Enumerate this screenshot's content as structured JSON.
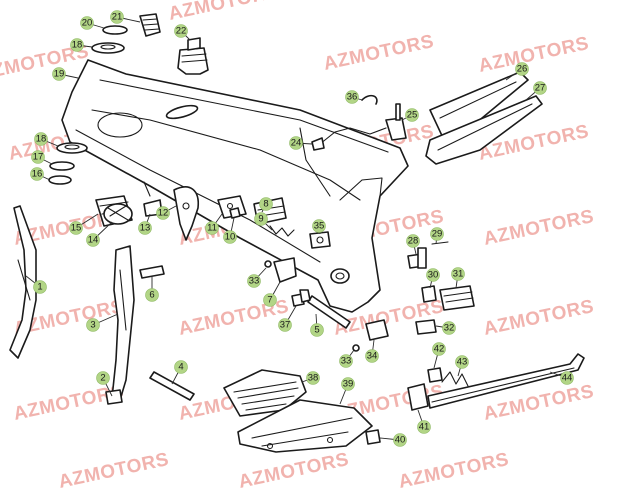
{
  "watermark": "AZMOTORS",
  "callouts": [
    {
      "num": "1"
    },
    {
      "num": "2"
    },
    {
      "num": "3"
    },
    {
      "num": "4"
    },
    {
      "num": "5"
    },
    {
      "num": "6"
    },
    {
      "num": "7"
    },
    {
      "num": "8"
    },
    {
      "num": "9"
    },
    {
      "num": "10"
    },
    {
      "num": "11"
    },
    {
      "num": "12"
    },
    {
      "num": "13"
    },
    {
      "num": "14"
    },
    {
      "num": "15"
    },
    {
      "num": "16"
    },
    {
      "num": "17"
    },
    {
      "num": "18"
    },
    {
      "num": "18"
    },
    {
      "num": "19"
    },
    {
      "num": "20"
    },
    {
      "num": "21"
    },
    {
      "num": "22"
    },
    {
      "num": "24"
    },
    {
      "num": "25"
    },
    {
      "num": "26"
    },
    {
      "num": "27"
    },
    {
      "num": "28"
    },
    {
      "num": "29"
    },
    {
      "num": "30"
    },
    {
      "num": "31"
    },
    {
      "num": "32"
    },
    {
      "num": "33"
    },
    {
      "num": "33"
    },
    {
      "num": "34"
    },
    {
      "num": "35"
    },
    {
      "num": "36"
    },
    {
      "num": "37"
    },
    {
      "num": "38"
    },
    {
      "num": "39"
    },
    {
      "num": "40"
    },
    {
      "num": "41"
    },
    {
      "num": "42"
    },
    {
      "num": "43"
    },
    {
      "num": "44"
    }
  ],
  "colors": {
    "callout_fill": "#b2d586",
    "watermark": "#f1b3ae",
    "line": "#1b1b1b"
  }
}
